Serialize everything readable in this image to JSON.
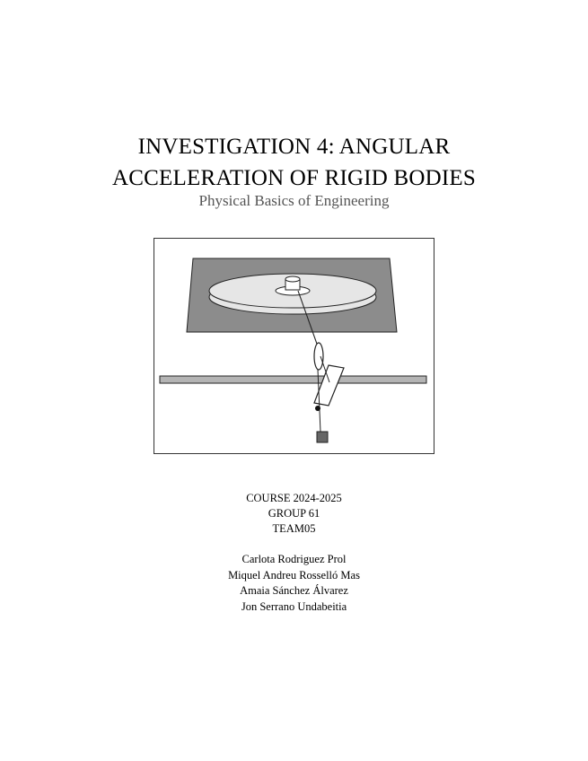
{
  "title": {
    "line1": "INVESTIGATION 4: ANGULAR",
    "line2": "ACCELERATION OF RIGID BODIES"
  },
  "subtitle": "Physical Basics of Engineering",
  "info": {
    "course": "COURSE 2024-2025",
    "group": "GROUP 61",
    "team": "TEAM05"
  },
  "authors": [
    "Carlota Rodriguez Prol",
    "Miquel Andreu Rosselló Mas",
    "Amaia Sánchez Álvarez",
    "Jon Serrano Undabeitia"
  ],
  "figure": {
    "colors": {
      "platform": "#8c8c8c",
      "disc": "#e6e6e6",
      "rod": "#b4b4b4",
      "mass": "#666666"
    }
  }
}
